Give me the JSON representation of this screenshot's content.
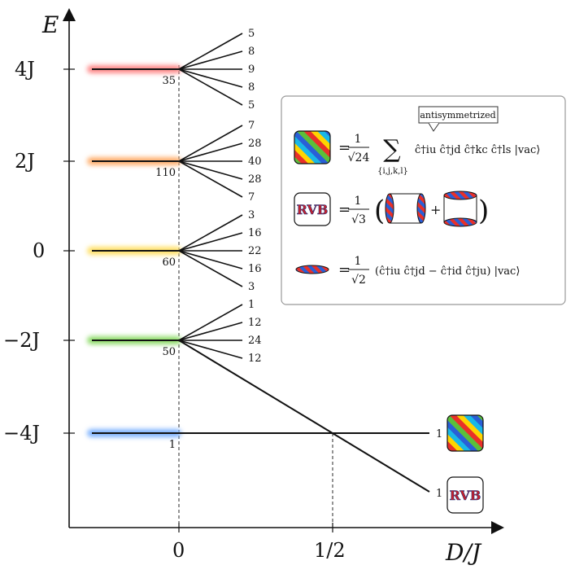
{
  "axes": {
    "y_title": "E",
    "x_title": "D/J",
    "y_ticks": [
      "4J",
      "2J",
      "0",
      "−2J",
      "−4J"
    ],
    "x_ticks": [
      "0",
      "1/2"
    ]
  },
  "levels": [
    {
      "energy": "4J",
      "degeneracy": "35",
      "glow": "#ff8a8a",
      "splits": [
        "5",
        "8",
        "9",
        "8",
        "5"
      ]
    },
    {
      "energy": "2J",
      "degeneracy": "110",
      "glow": "#ffb070",
      "splits": [
        "7",
        "28",
        "40",
        "28",
        "7"
      ]
    },
    {
      "energy": "0",
      "degeneracy": "60",
      "glow": "#ffe066",
      "splits": [
        "3",
        "16",
        "22",
        "16",
        "3"
      ]
    },
    {
      "energy": "-2J",
      "degeneracy": "50",
      "glow": "#8fdc6a",
      "splits": [
        "1",
        "12",
        "24",
        "12"
      ]
    },
    {
      "energy": "-4J",
      "degeneracy": "1",
      "glow": "#7fb4ff",
      "splits": []
    }
  ],
  "end_labels": {
    "flat": "1",
    "descending": "1"
  },
  "legend": {
    "callout": "antisymmetrized",
    "rvb_text": "RVB",
    "colors": {
      "red": "#e8302a",
      "yellow": "#ffd400",
      "cyan": "#19b8e6",
      "blue": "#2a5fd6",
      "green": "#5bbf3a"
    },
    "row1": {
      "equals": "=",
      "num": "1",
      "den": "√24",
      "sum": "∑",
      "sum_sub": "{i,j,k,l}",
      "ops": "ĉ†iu ĉ†jd ĉ†kc ĉ†ls |vac⟩"
    },
    "row2": {
      "equals": "=",
      "num": "1",
      "den": "√3",
      "plus": "+",
      "lparen": "(",
      "rparen": ")"
    },
    "row3": {
      "equals": "=",
      "num": "1",
      "den": "√2",
      "expr": "(ĉ†iu ĉ†jd − ĉ†id ĉ†ju) |vac⟩"
    }
  }
}
